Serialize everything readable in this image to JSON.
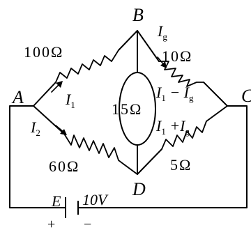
{
  "nodes": {
    "a": "A",
    "b": "B",
    "c": "C",
    "d": "D"
  },
  "resistors": {
    "ab": "100Ω",
    "bc": "10Ω",
    "ad": "60Ω",
    "dc": "5Ω",
    "meter": "15Ω"
  },
  "currents": {
    "i1_symbol": "I",
    "i1_sub": "1",
    "i2_symbol": "I",
    "i2_sub": "2",
    "ig_symbol": "I",
    "ig_sub": "g",
    "bc_prefix": "I",
    "bc_prefix_sub": "1",
    "bc_op": " − I",
    "bc_sub": "g",
    "dc_prefix": "I",
    "dc_prefix_sub": "1",
    "dc_op": " +I",
    "dc_sub": "g"
  },
  "battery": {
    "label": "E",
    "voltage": "10V",
    "plus": "+",
    "minus": "−"
  }
}
